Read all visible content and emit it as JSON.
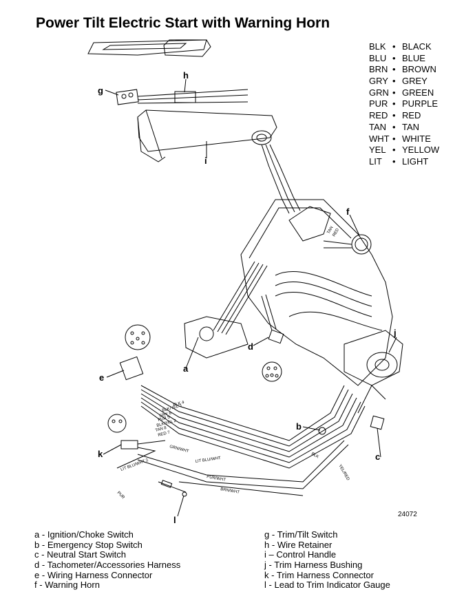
{
  "title": "Power Tilt Electric Start with Warning Horn",
  "figure_number": "24072",
  "color_legend": [
    {
      "code": "BLK",
      "name": "BLACK"
    },
    {
      "code": "BLU",
      "name": "BLUE"
    },
    {
      "code": "BRN",
      "name": "BROWN"
    },
    {
      "code": "GRY",
      "name": "GREY"
    },
    {
      "code": "GRN",
      "name": "GREEN"
    },
    {
      "code": "PUR",
      "name": "PURPLE"
    },
    {
      "code": "RED",
      "name": "RED"
    },
    {
      "code": "TAN",
      "name": "TAN"
    },
    {
      "code": "WHT",
      "name": "WHITE"
    },
    {
      "code": "YEL",
      "name": "YELLOW"
    },
    {
      "code": "LIT",
      "name": "LIGHT"
    }
  ],
  "legend_separator": "•",
  "callouts": {
    "a": "a",
    "b": "b",
    "c": "c",
    "d": "d",
    "e": "e",
    "f": "f",
    "g": "g",
    "h": "h",
    "i": "i",
    "j": "j",
    "k": "k",
    "l": "l"
  },
  "wire_labels": {
    "blk4": "BLK 4",
    "blk_yel3": "BLK/YEL 3",
    "gry6": "GRY 6",
    "pur5": "PUR 5",
    "blk_yel2": "BLK/YEL 2",
    "tan8": "TAN 8",
    "red7": "RED 7",
    "yel_red": "YEL/RED",
    "grn_wht": "GRN/WHT",
    "lit_blu_wht": "LIT BLU/WHT",
    "lit_blu_wht2": "LIT BLU/WHT 2",
    "pur_wht": "PUR/WHT",
    "brn_wht": "BRN/WHT",
    "pur": "PUR",
    "blk": "BLK",
    "tan": "TAN",
    "red": "RED"
  },
  "parts_left": [
    {
      "letter": "a",
      "sep": "-",
      "label": "Ignition/Choke Switch"
    },
    {
      "letter": "b",
      "sep": "-",
      "label": "Emergency Stop Switch"
    },
    {
      "letter": "c",
      "sep": "-",
      "label": "Neutral Start Switch"
    },
    {
      "letter": "d",
      "sep": "-",
      "label": "Tachometer/Accessories Harness"
    },
    {
      "letter": "e",
      "sep": "-",
      "label": "Wiring Harness Connector"
    },
    {
      "letter": "f",
      "sep": "-",
      "label": "Warning Horn"
    }
  ],
  "parts_right": [
    {
      "letter": "g",
      "sep": "-",
      "label": "Trim/Tilt Switch"
    },
    {
      "letter": "h",
      "sep": "-",
      "label": "Wire Retainer"
    },
    {
      "letter": "i",
      "sep": "–",
      "label": "Control Handle"
    },
    {
      "letter": "j",
      "sep": "-",
      "label": "Trim Harness Bushing"
    },
    {
      "letter": "k",
      "sep": "-",
      "label": "Trim Harness Connector"
    },
    {
      "letter": "l",
      "sep": "-",
      "label": "Lead to Trim Indicator Gauge"
    }
  ]
}
